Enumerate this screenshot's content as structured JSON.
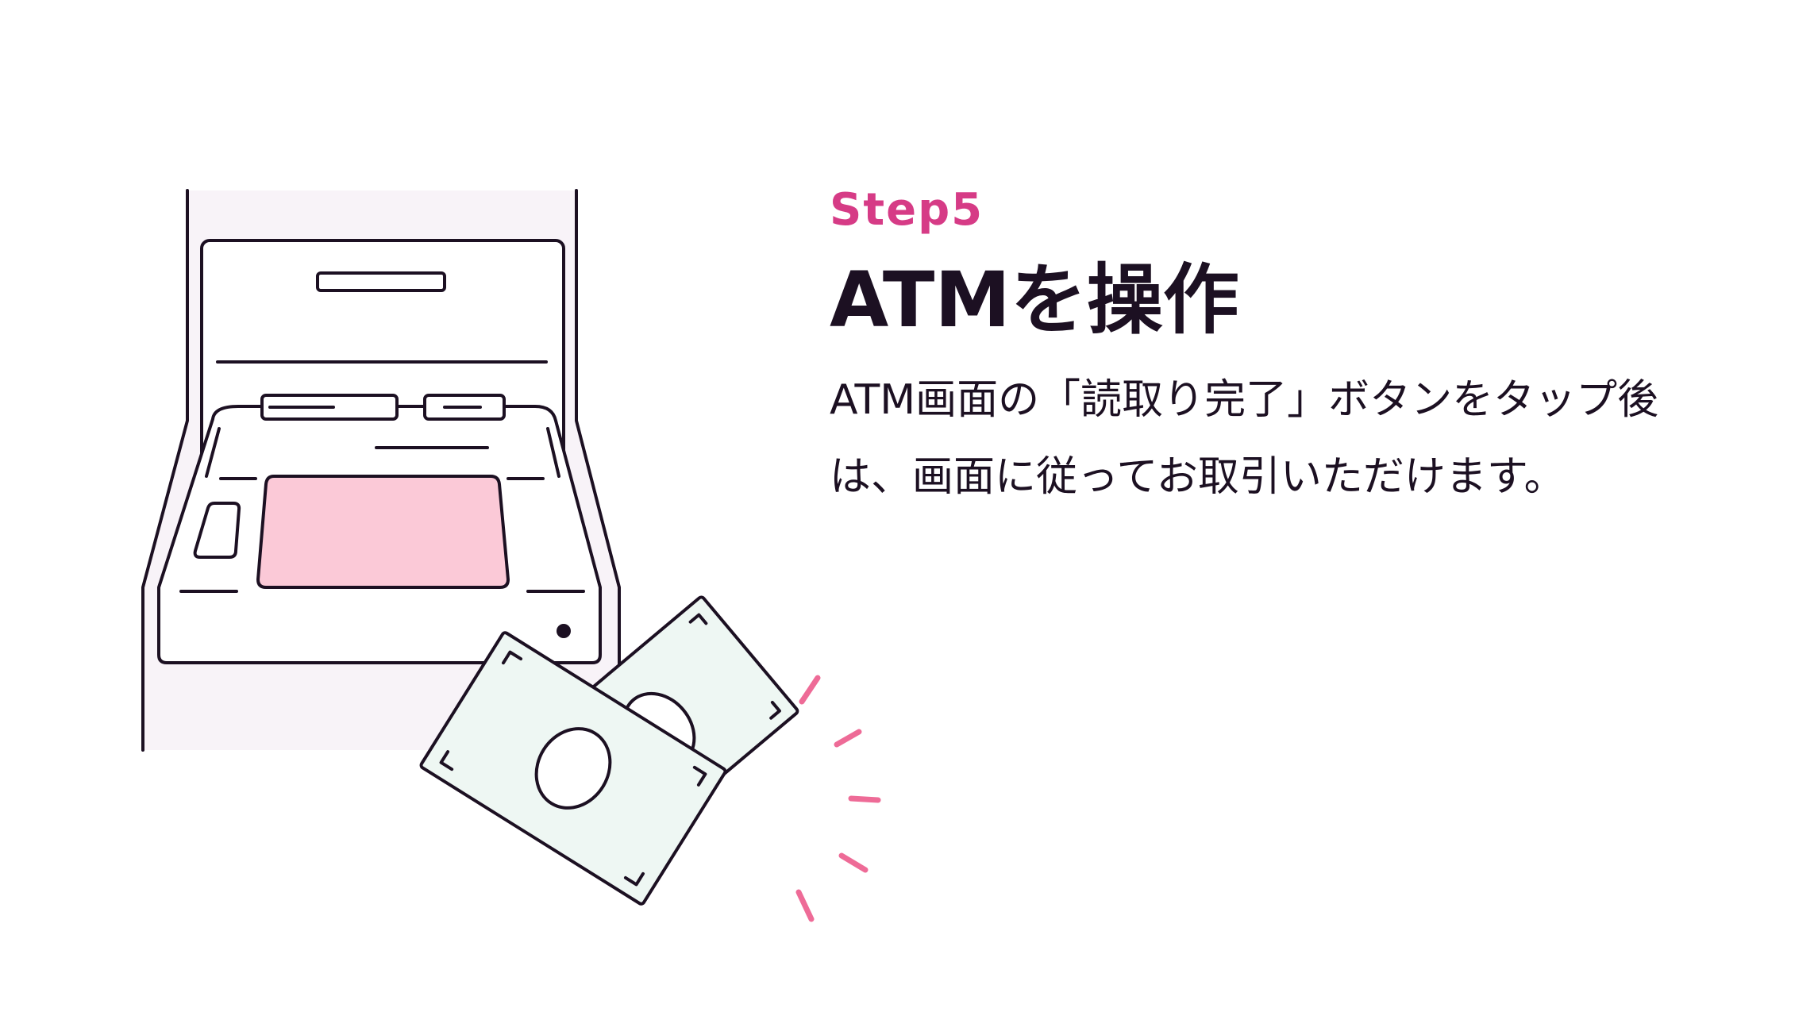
{
  "step": {
    "label": "Step5",
    "title": "ATMを操作",
    "description": "ATM画面の「読取り完了」ボタンをタップ後は、画面に従ってお取引いただけます。"
  },
  "illustration": {
    "icons": [
      "atm-icon",
      "banknote-icon",
      "sparkle-icon"
    ],
    "colors": {
      "accent": "#d63b86",
      "atm_background": "#f8f3f8",
      "screen": "#fbc9d7",
      "banknote": "#eef7f3",
      "sparkle": "#ee6b97",
      "stroke": "#1c1022"
    }
  }
}
